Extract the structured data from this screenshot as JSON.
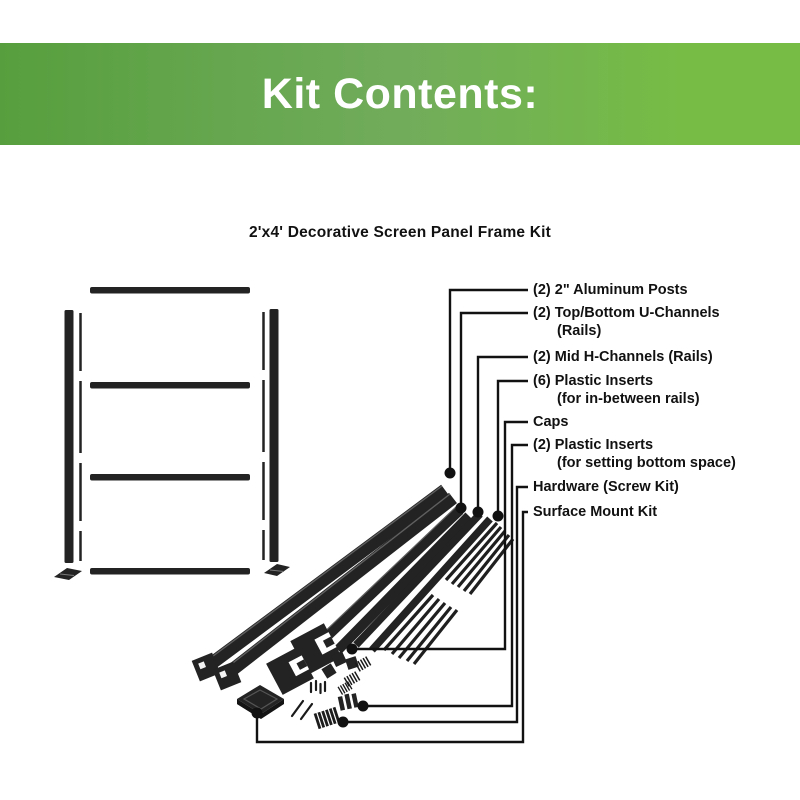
{
  "banner": {
    "title": "Kit Contents:",
    "text_color": "#ffffff",
    "gradient_left": "#579f3e",
    "gradient_mid": "#71ac5b",
    "gradient_right": "#76bc45"
  },
  "product": {
    "subtitle": "2'x4' Decorative Screen Panel Frame Kit"
  },
  "artwork": {
    "ink_color": "#111111",
    "part_color": "#232323"
  },
  "callouts": {
    "items": [
      {
        "line1": "(2) 2\" Aluminum Posts",
        "line2": ""
      },
      {
        "line1": "(2) Top/Bottom U-Channels",
        "line2": "(Rails)"
      },
      {
        "line1": "(2) Mid H-Channels (Rails)",
        "line2": ""
      },
      {
        "line1": "(6) Plastic Inserts",
        "line2": "(for in-between rails)"
      },
      {
        "line1": "Caps",
        "line2": ""
      },
      {
        "line1": "(2) Plastic Inserts",
        "line2": "(for setting bottom space)"
      },
      {
        "line1": "Hardware (Screw Kit)",
        "line2": ""
      },
      {
        "line1": "Surface Mount Kit",
        "line2": ""
      }
    ]
  }
}
